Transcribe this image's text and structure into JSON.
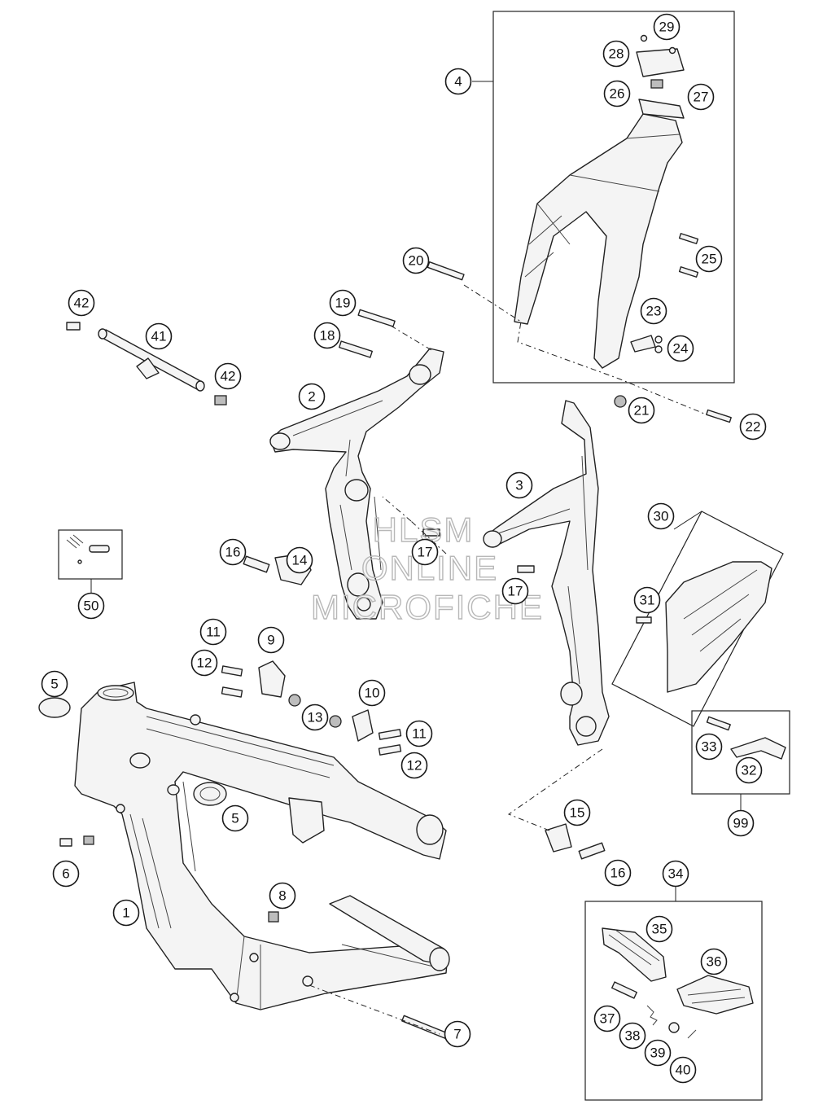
{
  "watermark": {
    "line1": "HLSM",
    "line2": "ONLINE",
    "line3": "MICROFICHE"
  },
  "callouts": [
    "1",
    "2",
    "3",
    "4",
    "5",
    "5",
    "6",
    "7",
    "8",
    "9",
    "10",
    "11",
    "11",
    "12",
    "12",
    "13",
    "14",
    "15",
    "16",
    "16",
    "17",
    "17",
    "18",
    "19",
    "20",
    "21",
    "22",
    "23",
    "24",
    "25",
    "26",
    "27",
    "28",
    "29",
    "30",
    "31",
    "32",
    "33",
    "34",
    "35",
    "36",
    "37",
    "38",
    "39",
    "40",
    "41",
    "42",
    "42",
    "50",
    "99"
  ],
  "colors": {
    "line": "#222222",
    "part_fill": "#f4f4f4",
    "part_dark": "#bdbdbd",
    "watermark": "#b8b8b8"
  }
}
